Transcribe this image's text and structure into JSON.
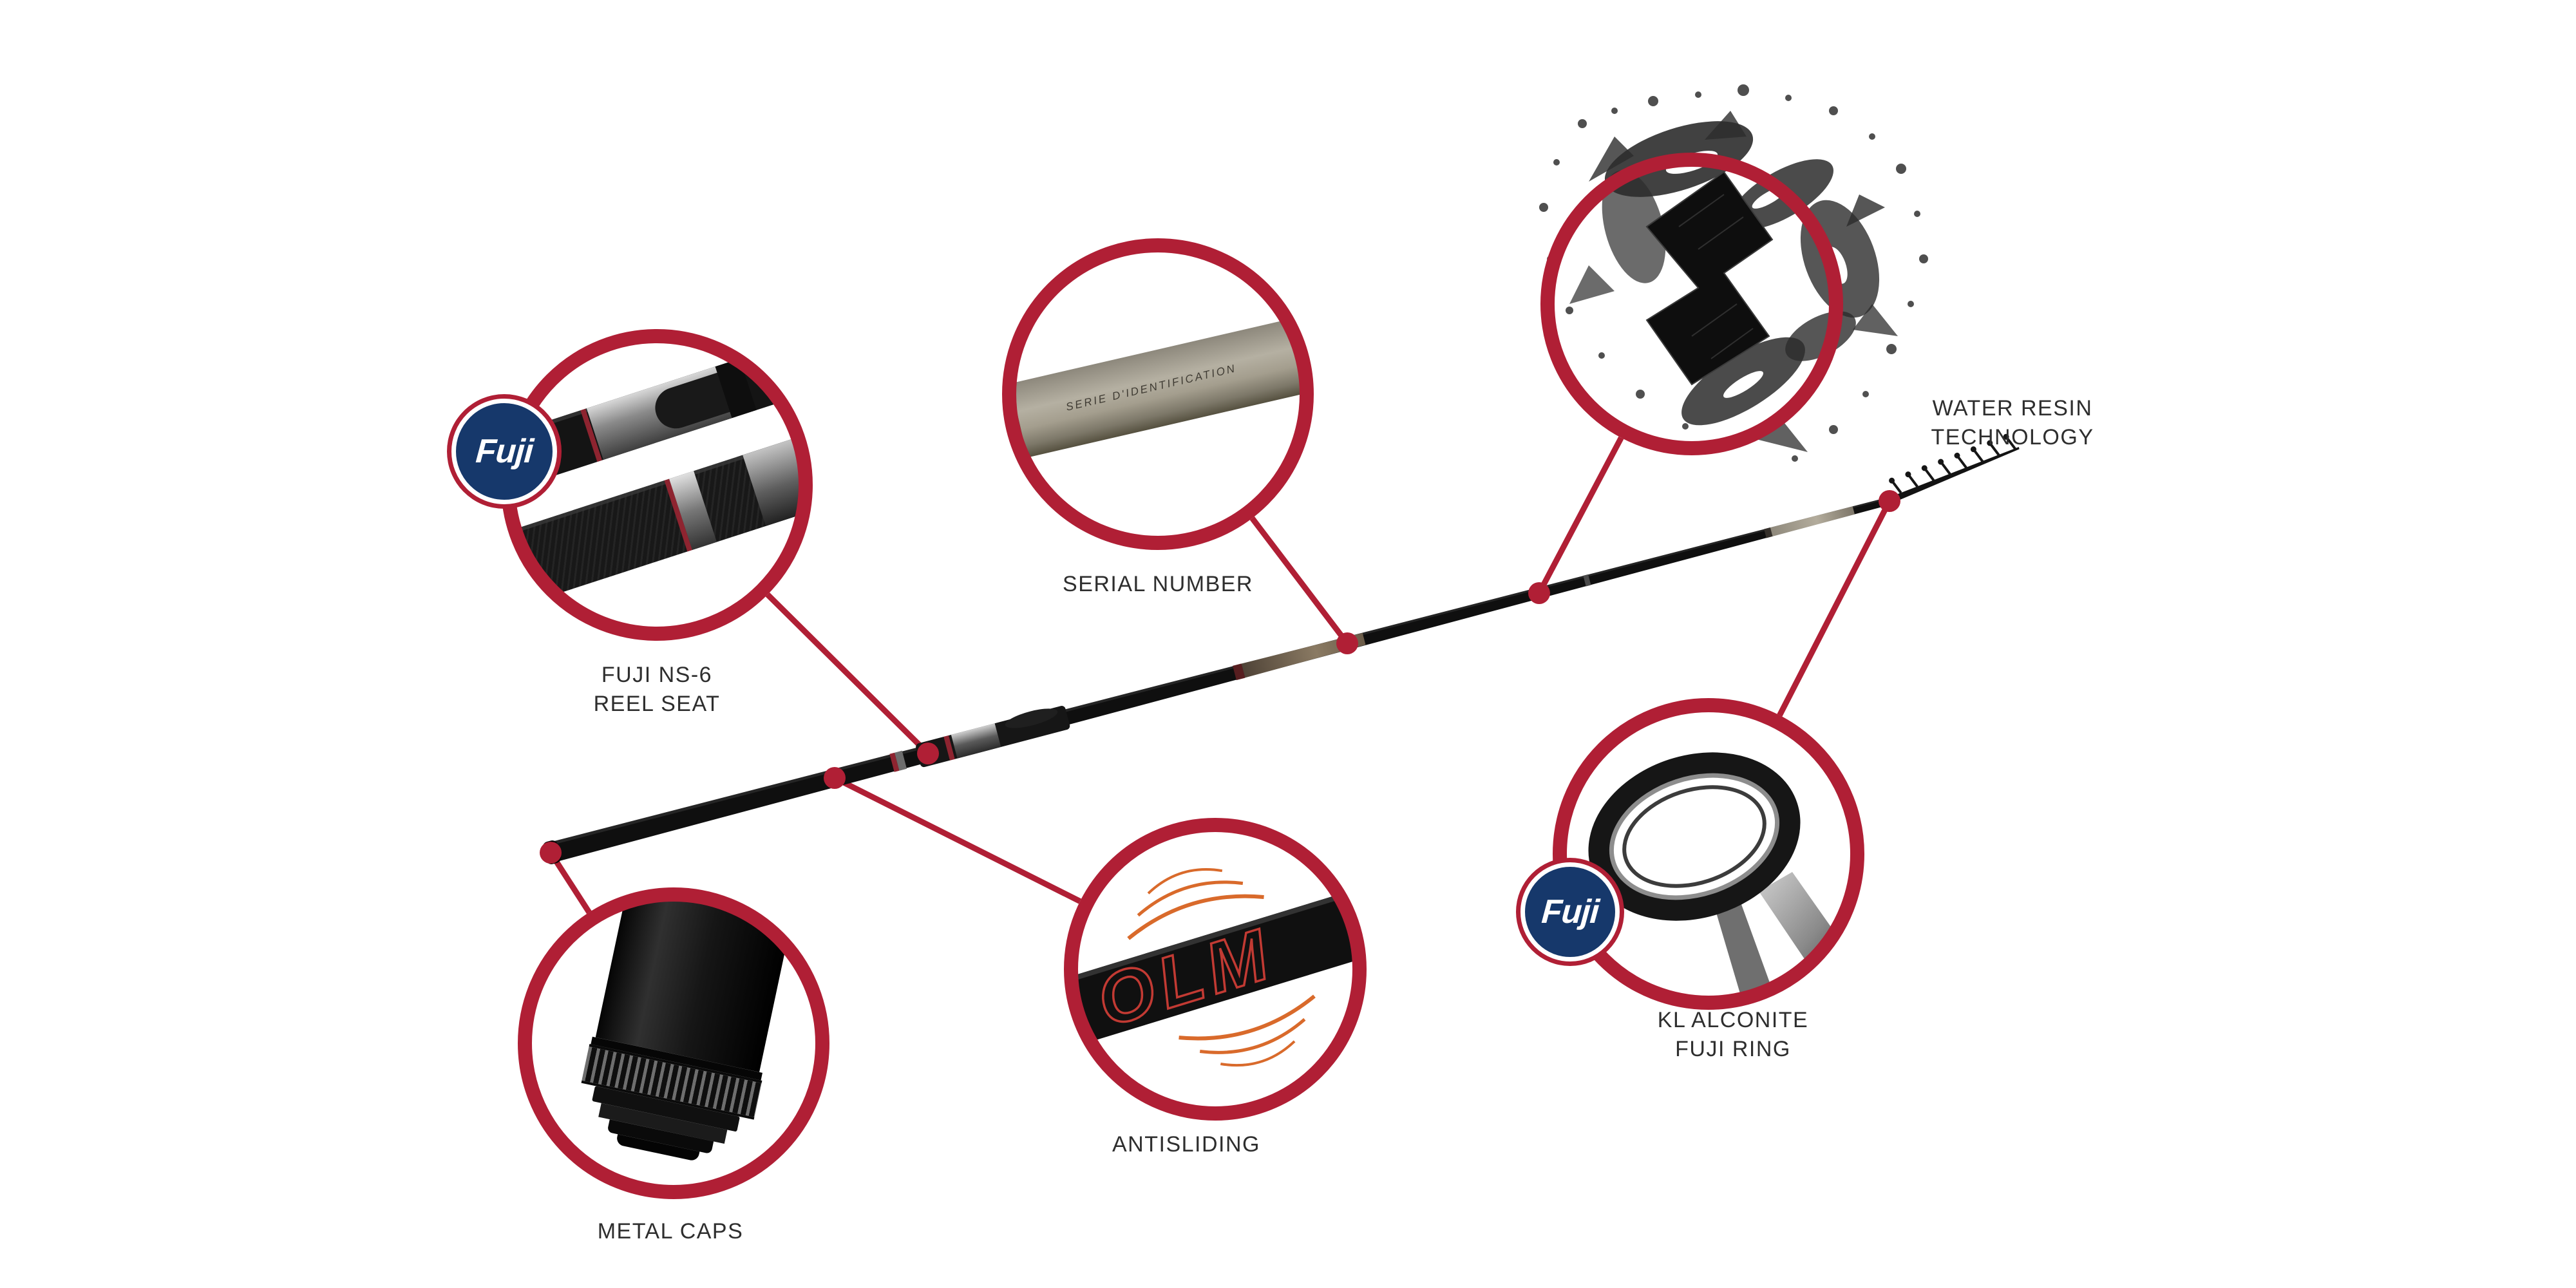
{
  "colors": {
    "accent_red": "#b01f35",
    "fuji_navy": "#16386b",
    "orange": "#d96a2b",
    "label_text": "#2e2e2e",
    "rod_black": "#0f0f0f"
  },
  "callouts": {
    "reel_seat": {
      "label_line1": "FUJI NS-6",
      "label_line2": "REEL SEAT"
    },
    "serial_number": {
      "label": "SERIAL NUMBER",
      "tube_text": "SERIE D'IDENTIFICATION"
    },
    "water_resin": {
      "label_line1": "WATER RESIN",
      "label_line2": "TECHNOLOGY"
    },
    "metal_caps": {
      "label": "METAL CAPS"
    },
    "antisliding": {
      "label": "ANTISLIDING",
      "rod_text": "OLM"
    },
    "kl_ring": {
      "label_line1": "KL ALCONITE",
      "label_line2": "FUJI RING"
    }
  },
  "badges": {
    "fuji_label": "Fuji"
  }
}
